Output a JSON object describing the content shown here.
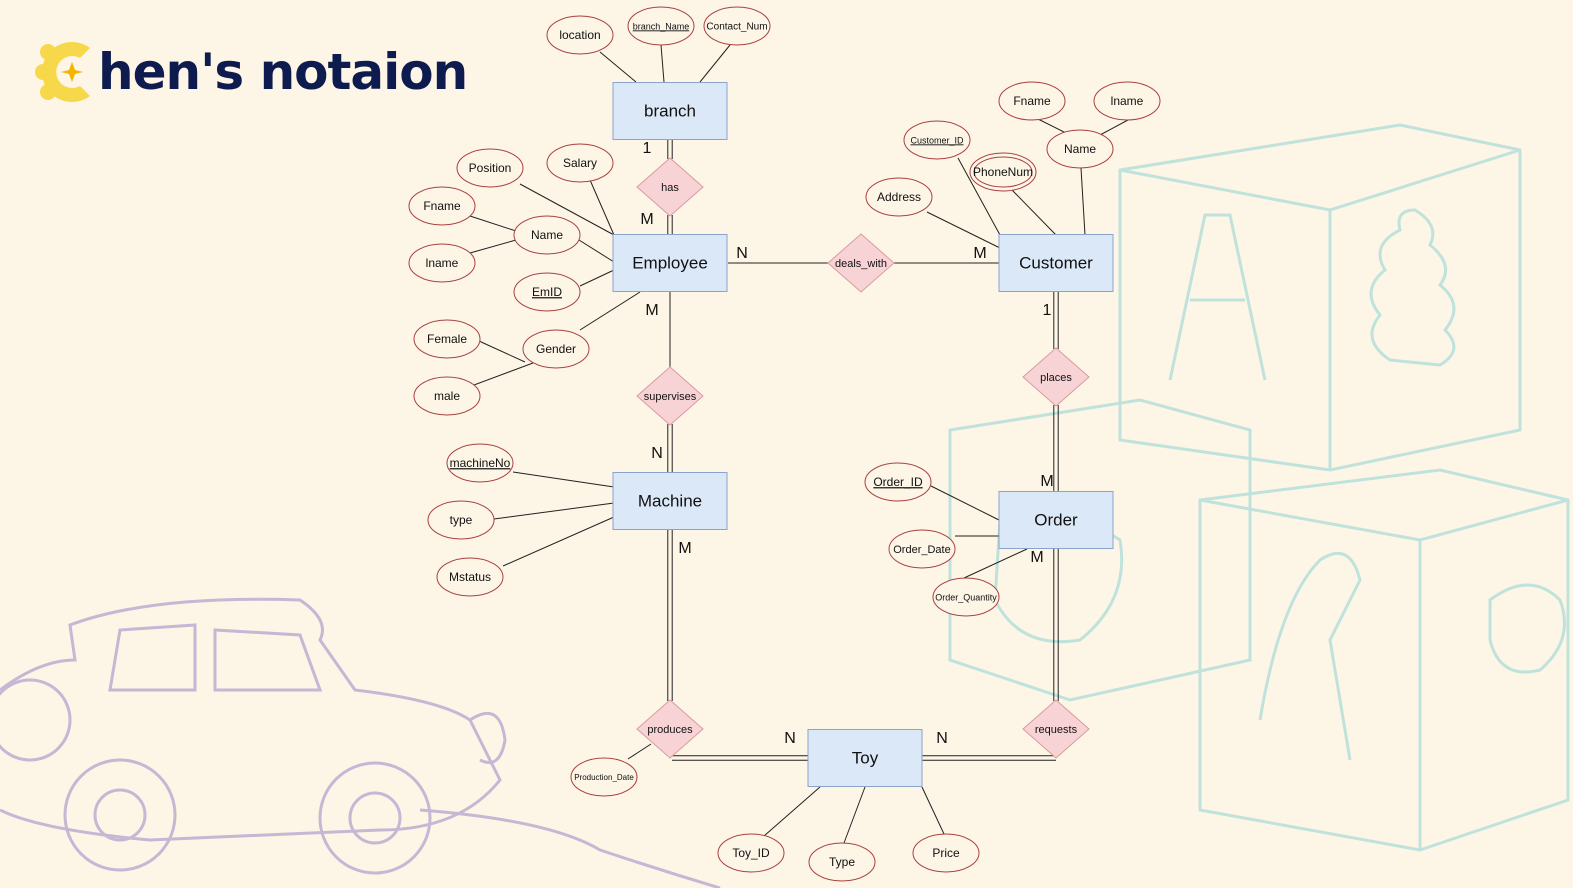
{
  "header": {
    "title_rest": "hen's notaion",
    "logo_icon": "sparkle-c-logo-icon",
    "logo_color": "#f7d84b",
    "title_color": "#0d1b4f"
  },
  "colors": {
    "background": "#fdf5e6",
    "entity_fill": "#dbe8f8",
    "entity_stroke": "#8aa4cc",
    "relationship_fill": "#f8d3d6",
    "relationship_stroke": "#d99aa0",
    "attribute_stroke": "#a94040",
    "line": "#222222"
  },
  "entities": {
    "branch": "branch",
    "employee": "Employee",
    "customer": "Customer",
    "machine": "Machine",
    "order": "Order",
    "toy": "Toy"
  },
  "relationships": {
    "has": "has",
    "deals_with": "deals_with",
    "places": "places",
    "supervises": "supervises",
    "produces": "produces",
    "requests": "requests"
  },
  "attributes": {
    "location": "location",
    "branch_name": "branch_Name",
    "contact_num": "Contact_Num",
    "position": "Position",
    "salary": "Salary",
    "emp_fname": "Fname",
    "emp_name": "Name",
    "emp_lname": "lname",
    "emid": "EmID",
    "female": "Female",
    "gender": "Gender",
    "male": "male",
    "machine_no": "machineNo",
    "machine_type": "type",
    "mstatus": "Mstatus",
    "cust_fname": "Fname",
    "cust_lname": "lname",
    "customer_id": "Customer_ID",
    "cust_name": "Name",
    "phone_num": "PhoneNum",
    "address": "Address",
    "order_id": "Order_ID",
    "order_date": "Order_Date",
    "order_quantity": "Order_Quantity",
    "production_date": "Production_Date",
    "toy_id": "Toy_ID",
    "toy_type": "Type",
    "price": "Price"
  },
  "cardinalities": {
    "branch_has": "1",
    "employee_has": "M",
    "employee_deals": "N",
    "customer_deals": "M",
    "employee_supervises": "M",
    "machine_supervises": "N",
    "customer_places": "1",
    "order_places": "M",
    "machine_produces": "M",
    "toy_produces": "N",
    "order_requests": "M",
    "toy_requests": "N"
  }
}
